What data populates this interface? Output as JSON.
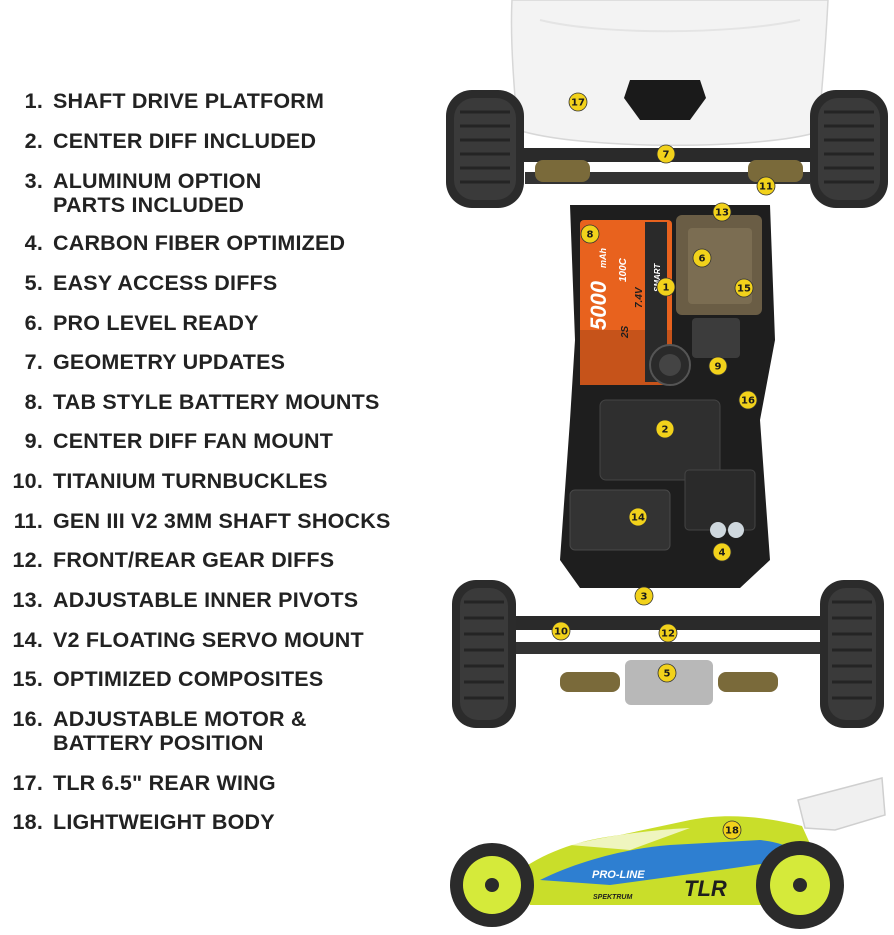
{
  "features": [
    {
      "num": "1.",
      "lines": [
        "SHAFT DRIVE PLATFORM"
      ]
    },
    {
      "num": "2.",
      "lines": [
        "CENTER DIFF INCLUDED"
      ]
    },
    {
      "num": "3.",
      "lines": [
        "ALUMINUM OPTION",
        "PARTS INCLUDED"
      ]
    },
    {
      "num": "4.",
      "lines": [
        "CARBON FIBER OPTIMIZED"
      ]
    },
    {
      "num": "5.",
      "lines": [
        "EASY ACCESS DIFFS"
      ]
    },
    {
      "num": "6.",
      "lines": [
        "PRO LEVEL READY"
      ]
    },
    {
      "num": "7.",
      "lines": [
        "GEOMETRY UPDATES"
      ]
    },
    {
      "num": "8.",
      "lines": [
        "TAB STYLE BATTERY MOUNTS"
      ]
    },
    {
      "num": "9.",
      "lines": [
        "CENTER DIFF FAN MOUNT"
      ]
    },
    {
      "num": "10.",
      "lines": [
        "TITANIUM TURNBUCKLES"
      ]
    },
    {
      "num": "11.",
      "lines": [
        "GEN III V2 3MM SHAFT SHOCKS"
      ]
    },
    {
      "num": "12.",
      "lines": [
        "FRONT/REAR GEAR DIFFS"
      ]
    },
    {
      "num": "13.",
      "lines": [
        "ADJUSTABLE INNER PIVOTS"
      ]
    },
    {
      "num": "14.",
      "lines": [
        "V2 FLOATING SERVO MOUNT"
      ]
    },
    {
      "num": "15.",
      "lines": [
        "OPTIMIZED COMPOSITES"
      ]
    },
    {
      "num": "16.",
      "lines": [
        "ADJUSTABLE MOTOR &",
        "BATTERY POSITION"
      ]
    },
    {
      "num": "17.",
      "lines": [
        "TLR 6.5\" REAR WING"
      ]
    },
    {
      "num": "18.",
      "lines": [
        "LIGHTWEIGHT BODY"
      ]
    }
  ],
  "markers": [
    "1",
    "2",
    "3",
    "4",
    "5",
    "6",
    "7",
    "8",
    "9",
    "10",
    "11",
    "12",
    "13",
    "14",
    "15",
    "16",
    "17",
    "18"
  ],
  "car_graphics": {
    "battery_capacity": "5000",
    "battery_unit": "mAh",
    "battery_rating": "100C",
    "battery_cells": "2S",
    "battery_voltage": "7.4V",
    "battery_brand": "SMART",
    "body_logo": "TLR",
    "body_sponsor": "PRO-LINE",
    "body_sponsor2": "SPEKTRUM"
  },
  "colors": {
    "marker_yellow": "#f2d21b",
    "chassis_dark": "#1e1e1e",
    "tire_dark": "#2b2b2b",
    "battery_orange": "#e8621e",
    "body_yellow": "#c9de2a",
    "body_blue": "#2e7fd1",
    "wheel_yellow": "#d5ea3a"
  }
}
